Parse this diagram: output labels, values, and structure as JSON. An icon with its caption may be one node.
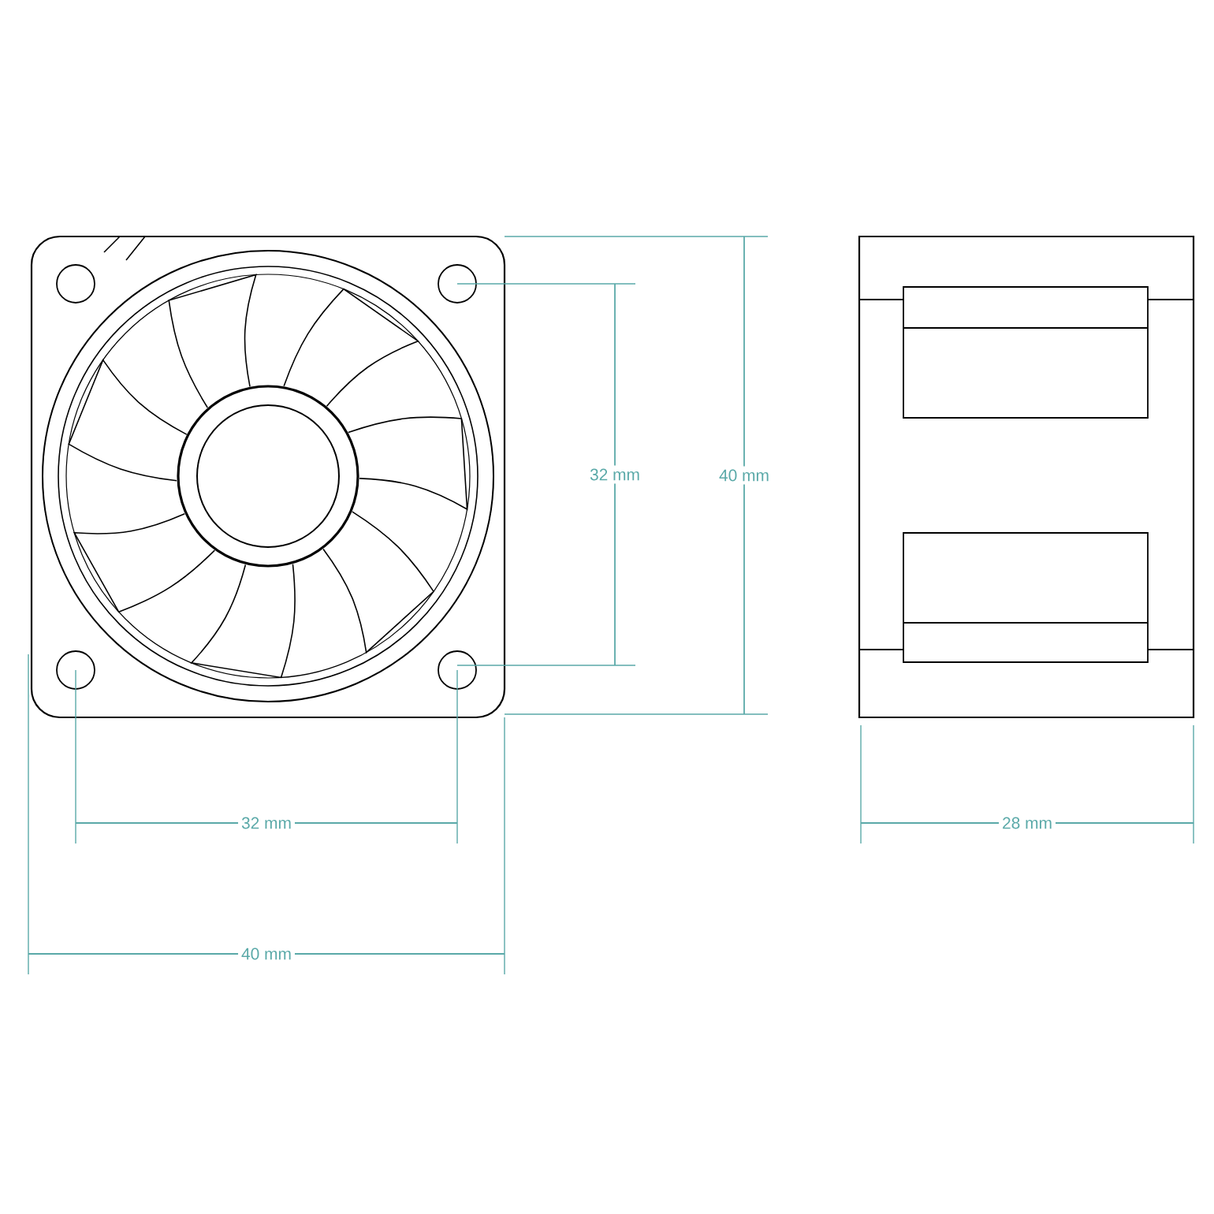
{
  "diagram": {
    "labels": [
      "32 mm",
      "40 mm",
      "32 mm",
      "28 mm",
      "40 mm"
    ]
  }
}
